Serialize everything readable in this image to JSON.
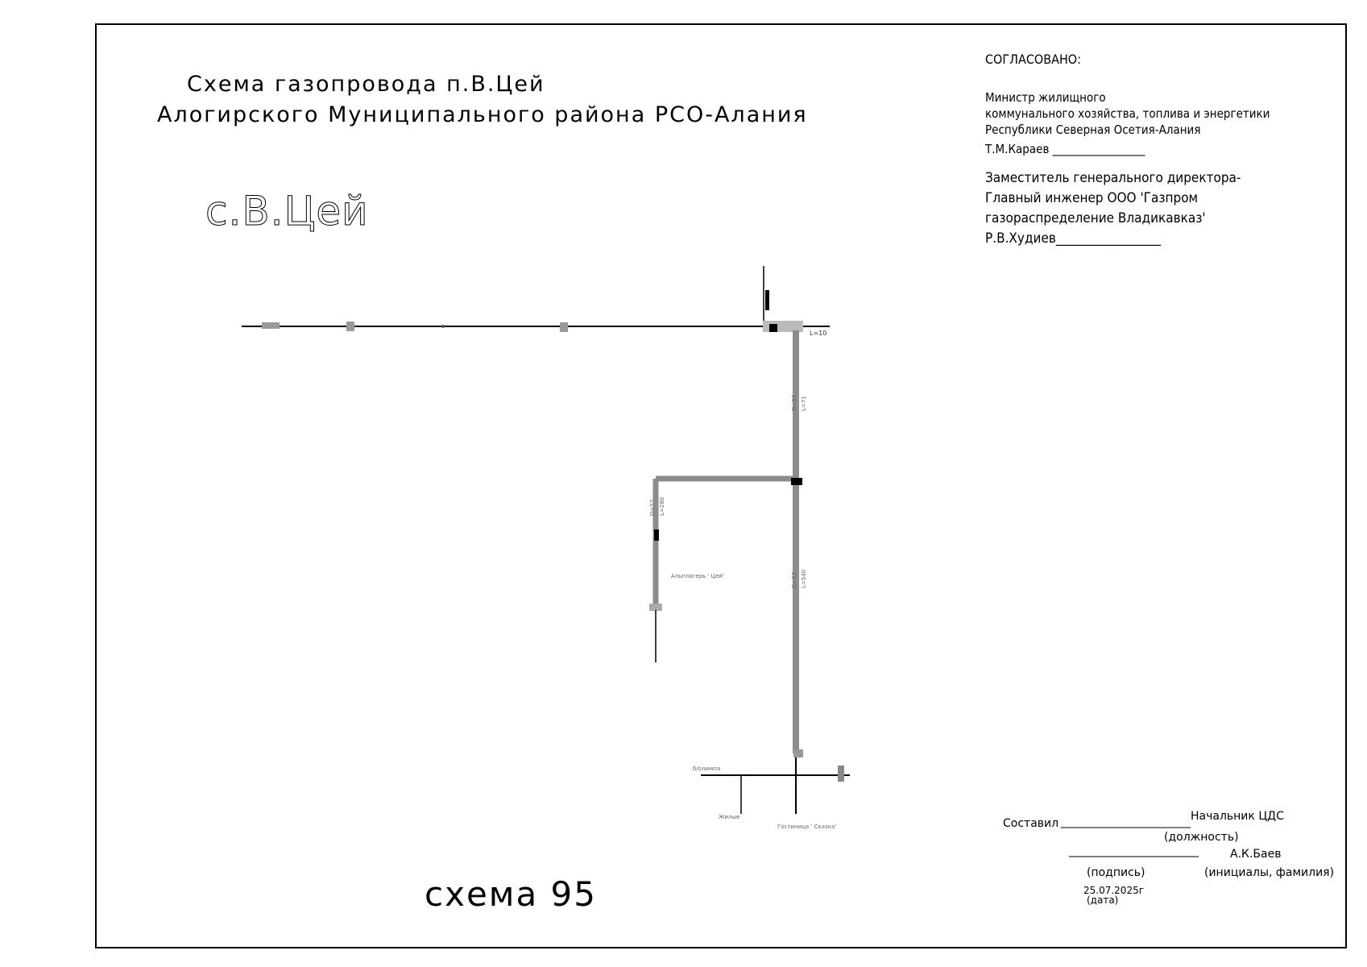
{
  "title": {
    "line1": "Схема газопровода п.В.Цей",
    "line2": "Алогирского  Муниципального района РСО-Алания"
  },
  "village_label": "с.В.Цей",
  "scheme_number": "схема 95",
  "approval": {
    "header": "СОГЛАСОВАНО:",
    "minister": {
      "line1": "Министр жилищного",
      "line2": "коммунального  хозяйства, топлива и энергетики",
      "line3": "Республики Северная Осетия-Алания",
      "signatory": "Т.М.Караев _________________"
    },
    "gazprom": {
      "line1": "Заместитель генерального директора-",
      "line2": "Главный инженер  ООО 'Газпром",
      "line3": "газораспределение Владикавказ'",
      "signatory": "Р.В.Худиев_________________"
    }
  },
  "compiled": {
    "label": "Составил",
    "line": "_______________________",
    "position": "Начальник ЦДС",
    "position_caption": "(должность)",
    "name_line": "_______________________",
    "name": "А.К.Баев",
    "signature_caption": "(подпись)",
    "name_caption": "(инициалы, фамилия)",
    "date": "25.07.2025г",
    "date_caption": "(дата)"
  },
  "scheme": {
    "segment_labels": {
      "top_right": "L=10",
      "main_upper_d": "D=57",
      "main_upper_l": "L=71",
      "main_lower_d": "D=57",
      "main_lower_l": "L=540",
      "branch_d": "D=57",
      "branch_l": "L=280"
    },
    "consumers": {
      "alpine_camp": "Альплагерь ' Цей'",
      "hotel": "Гостиница ' Сказка'",
      "zhilye": "Жилые",
      "b_olimp": "б/олимпа"
    },
    "colors": {
      "thin_pipe": "#000000",
      "main_pipe": "#8c8c8c",
      "labels": "#666666"
    }
  }
}
